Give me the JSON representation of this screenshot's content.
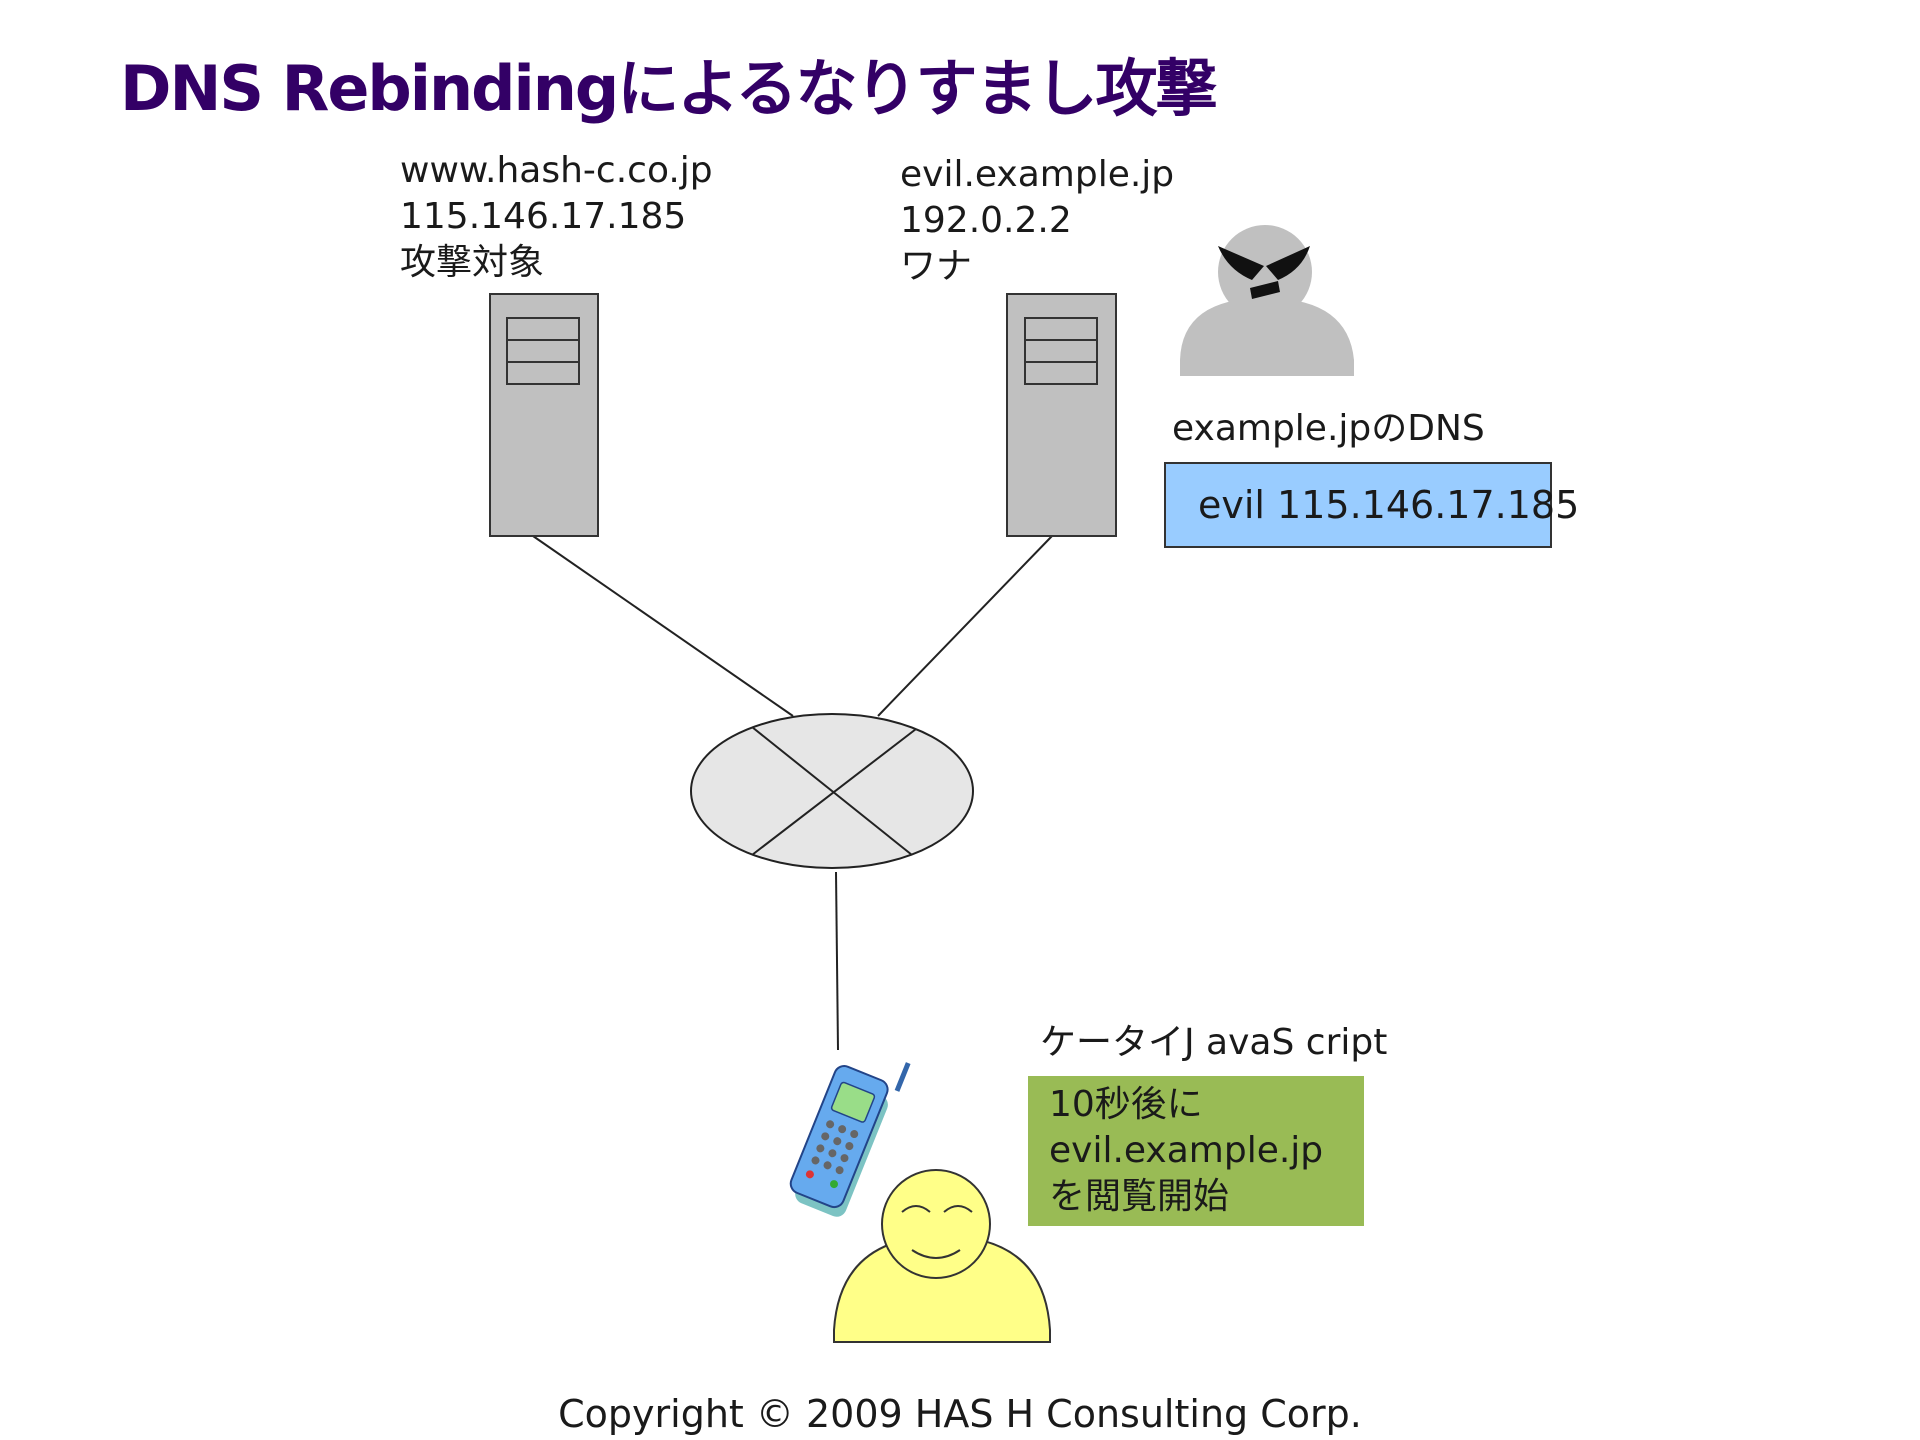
{
  "title": "DNS Rebindingによるなりすまし攻撃",
  "target_server": {
    "host": "www.hash-c.co.jp",
    "ip": "115.146.17.185",
    "role": "攻撃対象"
  },
  "trap_server": {
    "host": "evil.example.jp",
    "ip": "192.0.2.2",
    "role": "ワナ"
  },
  "dns": {
    "caption": "example.jpのDNS",
    "record": "evil 115.146.17.185"
  },
  "javascript": {
    "caption": "ケータイJ avaS cript",
    "lines": [
      "10秒後に",
      "evil.example.jp",
      "を閲覧開始"
    ]
  },
  "copyright": "Copyright © 2009 HAS H Consulting Corp.",
  "colors": {
    "title": "#330066",
    "server": "#c0c0c0",
    "dns_box": "#99ccff",
    "js_box": "#99bb55",
    "attacker": "#c0c0c0",
    "user": "#ffff88",
    "router": "#e6e6e6",
    "phone": "#66aaee"
  },
  "icons": [
    "server-icon",
    "attacker-icon",
    "router-icon",
    "mobile-phone-icon",
    "smiling-user-icon"
  ]
}
